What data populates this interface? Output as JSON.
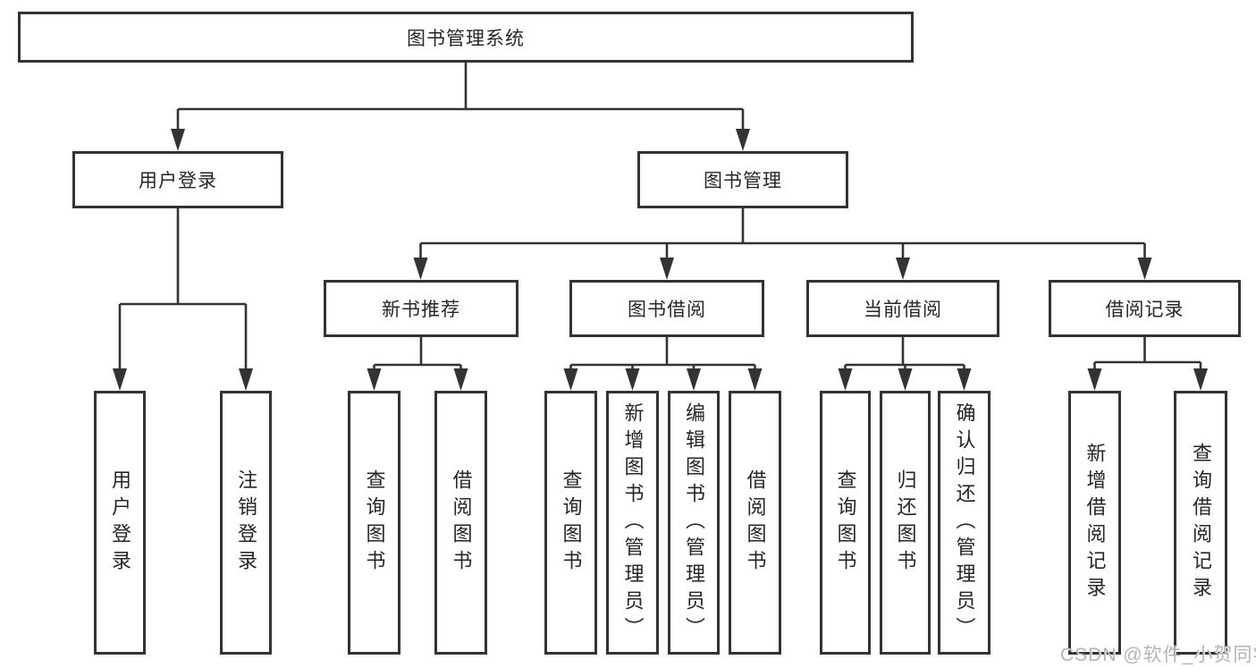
{
  "diagram": {
    "type": "hierarchy-tree",
    "root": {
      "label": "图书管理系统"
    },
    "branches": [
      {
        "label": "用户登录",
        "children": [
          {
            "label": "用户登录"
          },
          {
            "label": "注销登录"
          }
        ]
      },
      {
        "label": "图书管理",
        "sections": [
          {
            "label": "新书推荐",
            "children": [
              {
                "label": "查询图书"
              },
              {
                "label": "借阅图书"
              }
            ]
          },
          {
            "label": "图书借阅",
            "children": [
              {
                "label": "查询图书"
              },
              {
                "label": "新增图书（管理员）"
              },
              {
                "label": "编辑图书（管理员）"
              },
              {
                "label": "借阅图书"
              }
            ]
          },
          {
            "label": "当前借阅",
            "children": [
              {
                "label": "查询图书"
              },
              {
                "label": "归还图书"
              },
              {
                "label": "确认归还（管理员）"
              }
            ]
          },
          {
            "label": "借阅记录",
            "children": [
              {
                "label": "新增借阅记录"
              },
              {
                "label": "查询借阅记录"
              }
            ]
          }
        ]
      }
    ]
  },
  "watermark": "CSDN @软件_小贺同学",
  "colors": {
    "line": "#333333",
    "text": "#262626",
    "background": "#ffffff",
    "watermark": "#b4b4b4"
  }
}
